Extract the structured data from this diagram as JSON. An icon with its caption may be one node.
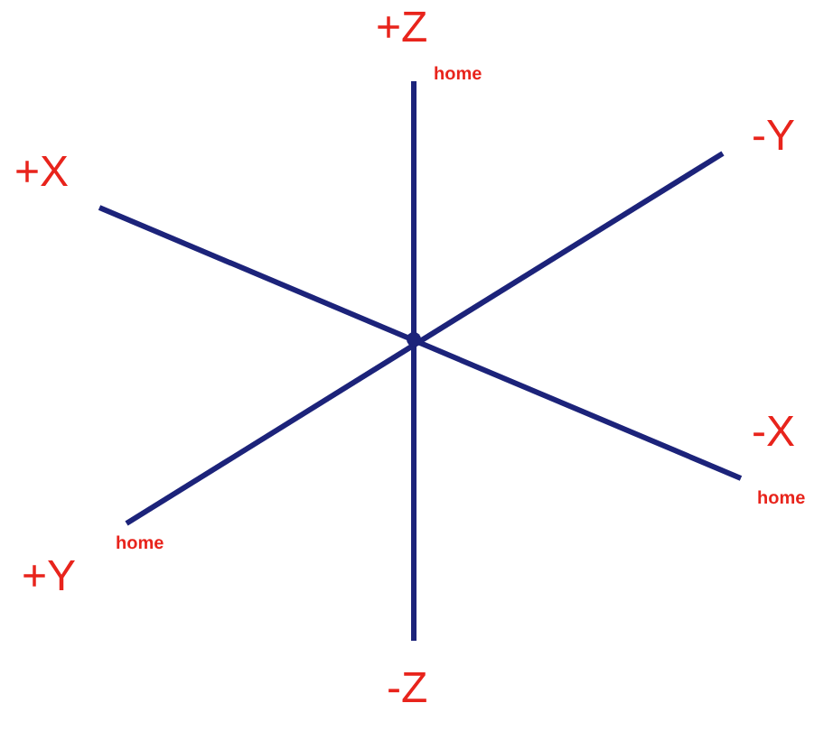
{
  "diagram": {
    "labels": [
      "+Z",
      "home",
      "+X",
      "-Y",
      "-X",
      "home",
      "+Y",
      "home",
      "-Z"
    ]
  }
}
